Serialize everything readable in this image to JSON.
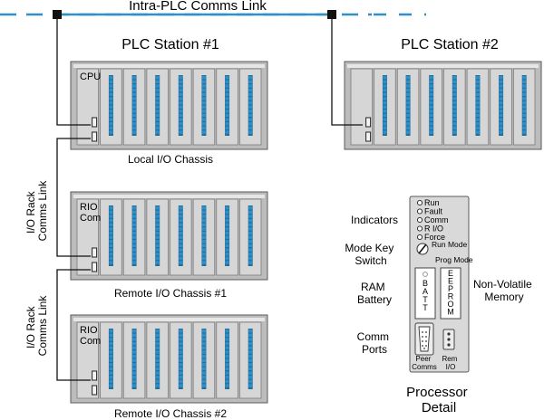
{
  "comms_link": {
    "label": "Intra-PLC Comms Link"
  },
  "stations": [
    {
      "title": "PLC Station #1"
    },
    {
      "title": "PLC Station #2"
    }
  ],
  "chassis": [
    {
      "module_label_lines": [
        "CPU"
      ],
      "caption": "Local I/O Chassis"
    },
    {
      "module_label_lines": [],
      "caption": ""
    },
    {
      "module_label_lines": [
        "RIO",
        "Com"
      ],
      "caption": "Remote I/O Chassis #1"
    },
    {
      "module_label_lines": [
        "RIO",
        "Com"
      ],
      "caption": "Remote I/O Chassis #2"
    }
  ],
  "rack_links": [
    {
      "label_lines": [
        "I/O Rack",
        "Comms Link"
      ]
    },
    {
      "label_lines": [
        "I/O Rack",
        "Comms Link"
      ]
    }
  ],
  "processor_detail": {
    "caption_lines": [
      "Processor",
      "Detail"
    ],
    "indicators": [
      "Run",
      "Fault",
      "Comm",
      "R I/O",
      "Force"
    ],
    "key_modes": [
      "Run Mode",
      "Prog Mode"
    ],
    "battery_letters": [
      "B",
      "A",
      "T",
      "T"
    ],
    "memory_letters": [
      "E",
      "E",
      "P",
      "R",
      "O",
      "M"
    ],
    "ports": [
      {
        "label_lines": [
          "Peer",
          "Comms"
        ]
      },
      {
        "label_lines": [
          "Rem",
          "I/O"
        ]
      }
    ],
    "callouts_left": [
      {
        "lines": [
          "Indicators"
        ]
      },
      {
        "lines": [
          "Mode Key",
          "Switch"
        ]
      },
      {
        "lines": [
          "RAM",
          "Battery"
        ]
      },
      {
        "lines": [
          "Comm",
          "Ports"
        ]
      }
    ],
    "callout_right": {
      "lines": [
        "Non-Volatile",
        "Memory"
      ]
    }
  },
  "colors": {
    "comms_link": "#2f8fc6",
    "chassis_body": "#bcbcbc",
    "module_face": "#d6d6d6",
    "led_strip": "#2f8fc6",
    "outline": "#5a5a5a"
  }
}
